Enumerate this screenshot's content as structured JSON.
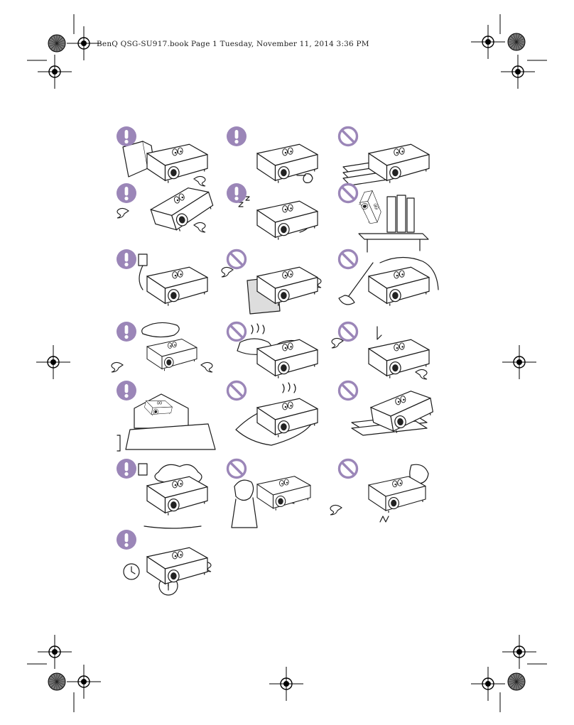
{
  "header": {
    "text": "BenQ QSG-SU917.book  Page 1  Tuesday, November 11, 2014  3:36 PM"
  },
  "colors": {
    "badge": "#9b86b8",
    "line": "#1a1a1a",
    "mark": "#000000"
  },
  "projector_label": "BenQ",
  "safety_grid": [
    {
      "row": 1,
      "col": 1,
      "kind": "caution",
      "icon": "exclamation-icon",
      "scene": "projector-reading-book"
    },
    {
      "row": 1,
      "col": 2,
      "kind": "caution",
      "icon": "exclamation-icon",
      "scene": "projector-with-lens-cap"
    },
    {
      "row": 1,
      "col": 3,
      "kind": "prohibited",
      "icon": "prohibited-icon",
      "scene": "projector-on-stacked-books"
    },
    {
      "row": 2,
      "col": 1,
      "kind": "caution",
      "icon": "exclamation-icon",
      "scene": "projector-tilted-upside-down"
    },
    {
      "row": 2,
      "col": 2,
      "kind": "caution",
      "icon": "exclamation-icon",
      "scene": "projector-sleeping-power-adapter"
    },
    {
      "row": 2,
      "col": 3,
      "kind": "prohibited",
      "icon": "prohibited-icon",
      "scene": "projector-standing-on-table"
    },
    {
      "row": 3,
      "col": 1,
      "kind": "caution",
      "icon": "exclamation-icon",
      "scene": "projector-plugged-into-outlet"
    },
    {
      "row": 3,
      "col": 2,
      "kind": "prohibited",
      "icon": "prohibited-icon",
      "scene": "projector-blocked-by-panel"
    },
    {
      "row": 3,
      "col": 3,
      "kind": "prohibited",
      "icon": "prohibited-icon",
      "scene": "projector-dusty-with-broom"
    },
    {
      "row": 4,
      "col": 1,
      "kind": "caution",
      "icon": "exclamation-icon",
      "scene": "projector-with-benq-cap"
    },
    {
      "row": 4,
      "col": 2,
      "kind": "prohibited",
      "icon": "prohibited-icon",
      "scene": "projector-buried-in-pillows"
    },
    {
      "row": 4,
      "col": 3,
      "kind": "prohibited",
      "icon": "prohibited-icon",
      "scene": "projector-surprised-drip"
    },
    {
      "row": 5,
      "col": 1,
      "kind": "caution",
      "icon": "exclamation-icon",
      "scene": "projector-in-high-altitude-house"
    },
    {
      "row": 5,
      "col": 2,
      "kind": "prohibited",
      "icon": "prohibited-icon",
      "scene": "projector-covered-with-cloth"
    },
    {
      "row": 5,
      "col": 3,
      "kind": "prohibited",
      "icon": "prohibited-icon",
      "scene": "projector-on-stack-with-cup"
    },
    {
      "row": 6,
      "col": 1,
      "kind": "caution",
      "icon": "exclamation-icon",
      "scene": "projector-unplugged-in-storm"
    },
    {
      "row": 6,
      "col": 2,
      "kind": "prohibited",
      "icon": "prohibited-icon",
      "scene": "person-looking-into-lens"
    },
    {
      "row": 6,
      "col": 3,
      "kind": "prohibited",
      "icon": "prohibited-icon",
      "scene": "projector-fan-shaking"
    },
    {
      "row": 7,
      "col": 1,
      "kind": "caution",
      "icon": "exclamation-icon",
      "scene": "projector-with-clock-and-thermometer"
    }
  ]
}
